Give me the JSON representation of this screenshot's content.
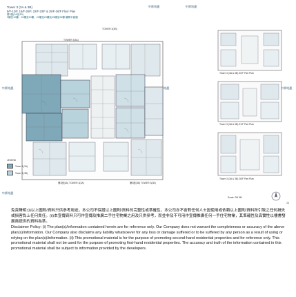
{
  "header": {
    "tower": "Tower 3 (3A & 3B)",
    "floors": "9/F-12/F, 15/F-20/F, 22/F-23/F & 25/F-26/F Floor Plan",
    "subtitle_a": "第3座(3A及3B)",
    "subtitle_b": "9樓至12樓、15樓至20樓、22樓至23樓及25樓至26樓 樓層平面圖"
  },
  "plan": {
    "tower_3a": "TOWER 3(3A)",
    "tower_3b": "TOWER 3(3B)",
    "tower_3a_b": "第3座(3A) TOWER 3(3A)",
    "tower_3b_b": "第3座(3B) TOWER 3(3B)"
  },
  "legend": {
    "title": "LEGEND",
    "items": [
      {
        "label": "Tower 3 (3A)",
        "color": "#7fa9b8"
      },
      {
        "label": "Tower 3 (3B)",
        "color": "#b9d3dc"
      }
    ]
  },
  "roof_plans": [
    "Tower 3 (3A & 3B) 30/F Part Plan",
    "Tower 3 (3A & 3B) 31/F Part Plan",
    "Tower 3 (3A & 3B) 28/F Part Plan"
  ],
  "scale": "Scale: 0M 5M",
  "page_number": "26",
  "disclaimer": {
    "chinese": "免責聲明:(i)以上圖則/資料只供參考用途，本公司不保證以上圖則/資料的完整性或準確性，本公司亦不會對任何人士因使用或依賴以上圖則/資料所引致之任何損失或損害負上任何責任。(ii)本宣傳資料只可作宣傳及推廣二手住宅物業之用及只供參考，而並非及不可用作宣傳推廣任何一手住宅物業，其準確性及真實性以樓書發展商提供的資料為準。",
    "english": "Disclaimer Policy: (i) The plan(s)/information contained herein are for reference only. Our Company does not warrant the completeness or accuracy of the above plan(s)/information. Our Company also disclaims any liability whatsoever for any loss or damage suffered or to be suffered by any person as a result of using or relying on the plan(s)/information. (ii) This promotional material is for the purpose of promoting second-hand residential properties and for reference only. This promotional material shall not be used for the purpose of promoting first-hand residential properties. The accuracy and truth of the information contained in this promotional material shall be subject to information provided by the developers."
  },
  "logo_text": "中原地產"
}
